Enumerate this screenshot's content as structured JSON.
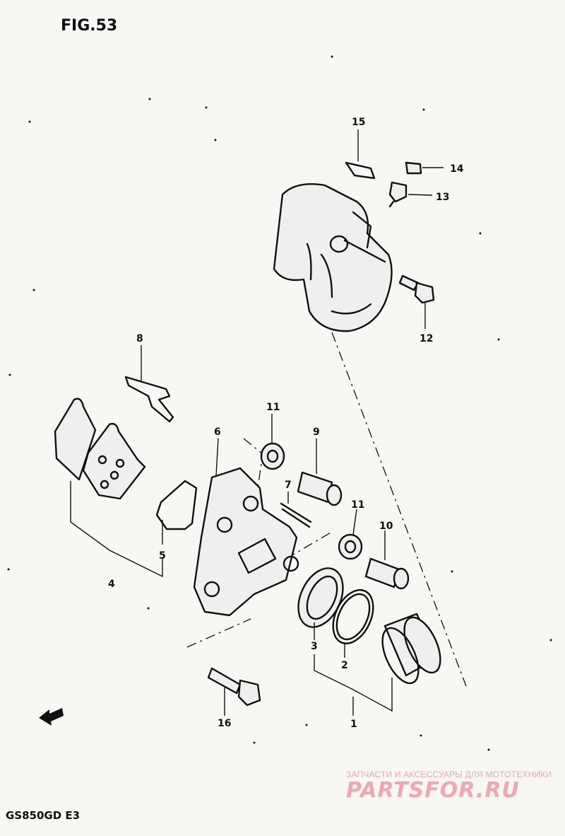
{
  "figure": {
    "title": "FIG.53"
  },
  "model": {
    "code": "GS850GD  E3"
  },
  "watermark": {
    "subtitle": "ЗАПЧАСТИ И АКСЕССУАРЫ ДЛЯ МОТОТЕХНИКИ",
    "logo": "PARTSFOR.RU"
  },
  "callouts": [
    {
      "id": "1",
      "label": "1"
    },
    {
      "id": "2",
      "label": "2"
    },
    {
      "id": "3",
      "label": "3"
    },
    {
      "id": "4",
      "label": "4"
    },
    {
      "id": "5",
      "label": "5"
    },
    {
      "id": "6",
      "label": "6"
    },
    {
      "id": "7",
      "label": "7"
    },
    {
      "id": "8",
      "label": "8"
    },
    {
      "id": "9",
      "label": "9"
    },
    {
      "id": "10",
      "label": "10"
    },
    {
      "id": "11a",
      "label": "11"
    },
    {
      "id": "11b",
      "label": "11"
    },
    {
      "id": "12",
      "label": "12"
    },
    {
      "id": "13",
      "label": "13"
    },
    {
      "id": "14",
      "label": "14"
    },
    {
      "id": "15",
      "label": "15"
    },
    {
      "id": "16",
      "label": "16"
    }
  ],
  "icons": {
    "front_arrow": "front-arrow-icon"
  },
  "colors": {
    "ink": "#111111",
    "paper": "#f7f7f4",
    "watermark": "#f2a6b0"
  }
}
